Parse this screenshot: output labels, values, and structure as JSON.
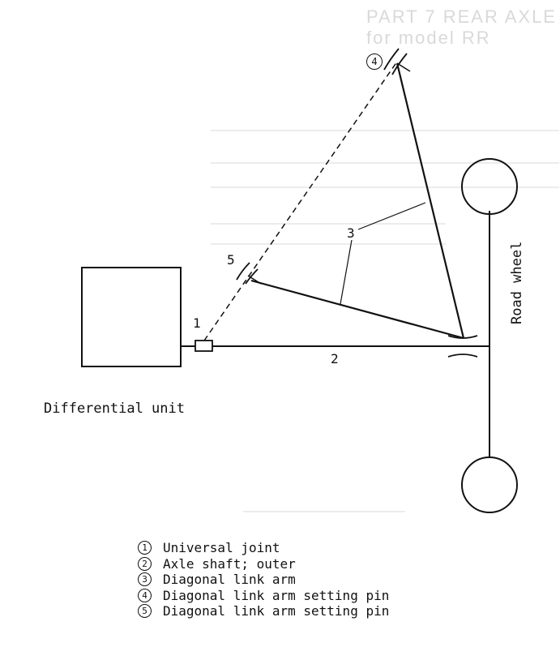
{
  "header_faint": "PART 7 REAR AXLE  for model RR",
  "labels": {
    "differential_unit": "Differential unit",
    "road_wheel": "Road wheel"
  },
  "callouts": [
    "1",
    "2",
    "3",
    "4",
    "5"
  ],
  "legend": [
    {
      "mark": "1",
      "text": "Universal joint"
    },
    {
      "mark": "2",
      "text": "Axle shaft; outer"
    },
    {
      "mark": "3",
      "text": "Diagonal link arm"
    },
    {
      "mark": "4",
      "text": "Diagonal link arm setting pin"
    },
    {
      "mark": "5",
      "text": "Diagonal link arm setting pin"
    }
  ]
}
